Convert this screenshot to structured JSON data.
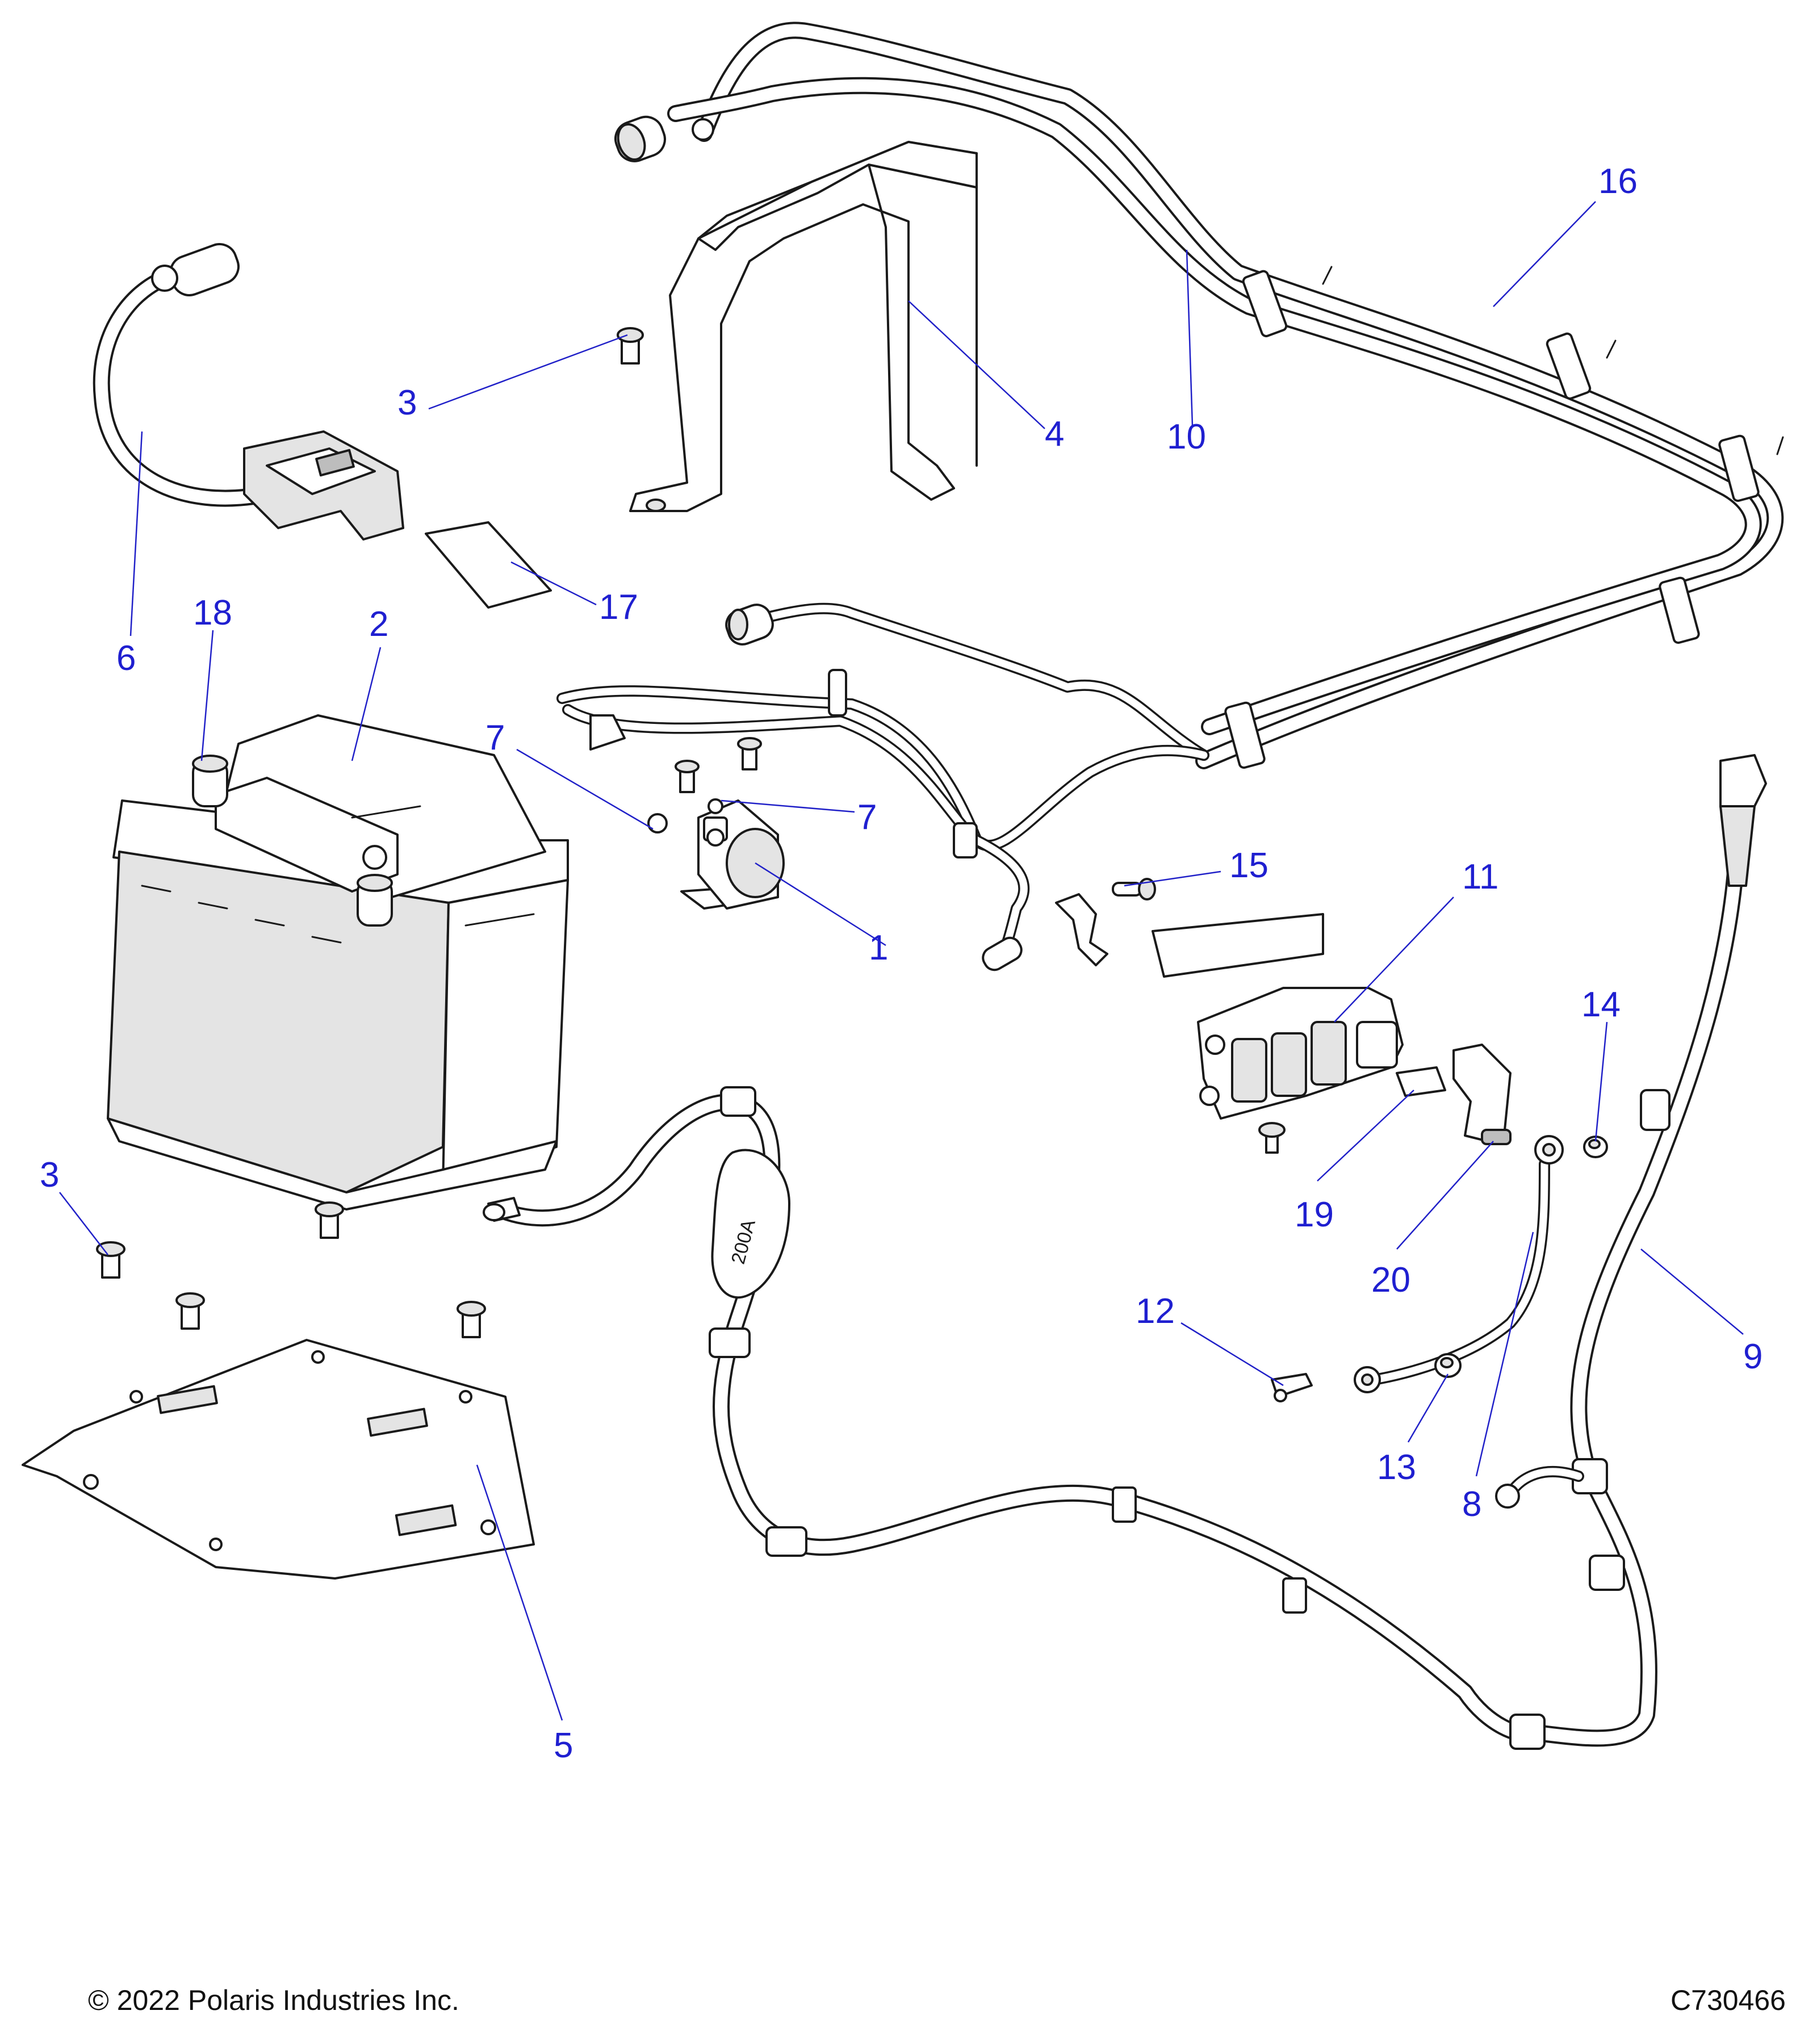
{
  "diagram": {
    "fuse_label": "200A",
    "callouts": {
      "c1": "1",
      "c2": "2",
      "c3a": "3",
      "c3b": "3",
      "c4": "4",
      "c5": "5",
      "c6": "6",
      "c7a": "7",
      "c7b": "7",
      "c8": "8",
      "c9": "9",
      "c10": "10",
      "c11": "11",
      "c12": "12",
      "c13": "13",
      "c14": "14",
      "c15": "15",
      "c16": "16",
      "c17": "17",
      "c18": "18",
      "c19": "19",
      "c20": "20"
    },
    "colors": {
      "callout": "#1f1fd0",
      "line_art": "#1a1a1a",
      "background": "#ffffff"
    }
  },
  "footer": {
    "copyright": "© 2022 Polaris Industries Inc.",
    "drawing_number": "C730466"
  }
}
